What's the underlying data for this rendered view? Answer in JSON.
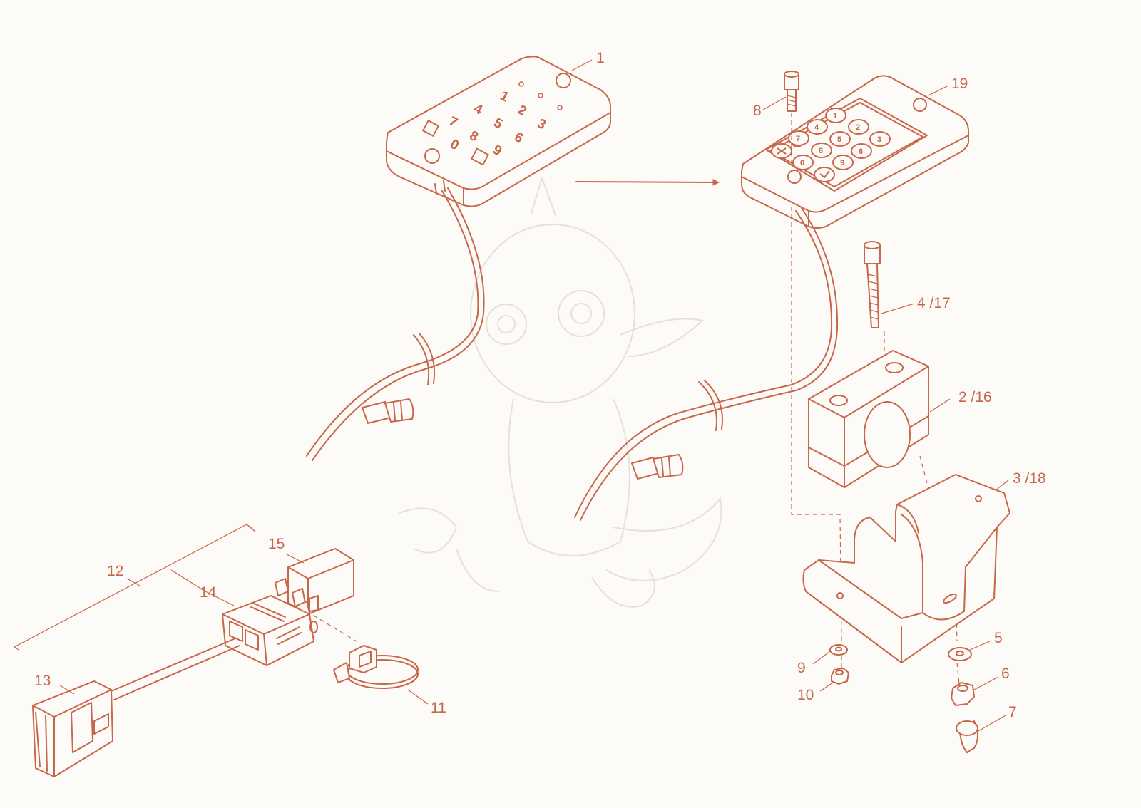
{
  "colors": {
    "line": "#c8664a",
    "fill": "#fdfbf8",
    "ghost": "#e6e0db"
  },
  "keypad_a": {
    "keys": [
      "1",
      "2",
      "3",
      "4",
      "5",
      "6",
      "7",
      "8",
      "9",
      "0"
    ]
  },
  "keypad_b": {
    "keys": [
      "1",
      "2",
      "3",
      "4",
      "5",
      "6",
      "7",
      "8",
      "9",
      "0"
    ]
  },
  "labels": {
    "p1": "1",
    "p19": "19",
    "p8": "8",
    "p4": "4 /17",
    "p2": "2 /16",
    "p3": "3 /18",
    "p5": "5",
    "p6": "6",
    "p7": "7",
    "p9": "9",
    "p10": "10",
    "p11": "11",
    "p12": "12",
    "p13": "13",
    "p14": "14",
    "p15": "15"
  }
}
